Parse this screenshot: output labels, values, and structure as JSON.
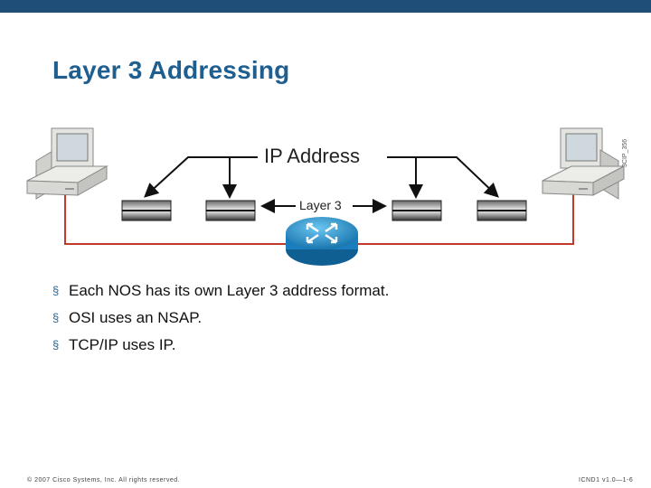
{
  "slide": {
    "title": "Layer 3 Addressing",
    "diagram": {
      "ip_address_label": "IP Address",
      "layer3_label": "Layer 3",
      "side_code": "3CIP_356"
    },
    "bullets": [
      "Each NOS has its own Layer 3 address format.",
      "OSI uses an NSAP.",
      "TCP/IP uses IP."
    ],
    "footer": {
      "copyright": "© 2007 Cisco Systems, Inc. All rights reserved.",
      "course_code": "ICND1 v1.0—1-6"
    }
  },
  "colors": {
    "top_bar": "#1f4e79",
    "title": "#1f5f8f",
    "link_line": "#c0392b",
    "router": "#1a8fd0"
  }
}
